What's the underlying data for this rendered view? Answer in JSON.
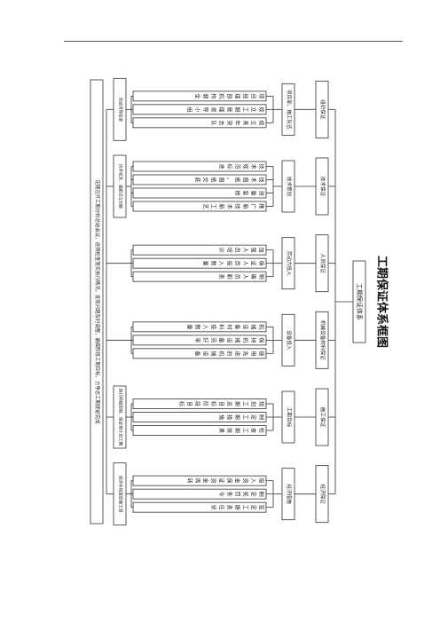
{
  "diagram": {
    "title": "工期保证体系框图",
    "root": "工期保证体系",
    "branches": [
      {
        "label": "组织保证",
        "sub": "项目部、施工队伍",
        "items": [
          "项目经理部机构健全",
          "成立工期管理领导小组",
          "成立青年突击队"
        ],
        "footer": "总结诱导促进"
      },
      {
        "label": "技术保证",
        "sub": "技术策划",
        "items": [
          "技术规范标准",
          "技术图纸，图纸交底",
          "测量复核",
          "推广新技术新工艺"
        ],
        "footer": "技术攻关、课题设立创新"
      },
      {
        "label": "人员保证",
        "sub": "劳动力投入",
        "items": [
          "加强人员培训",
          "保证人员投入数量",
          "明确人员职责"
        ],
        "footer": ""
      },
      {
        "label": "机械设备材料保证",
        "sub": "设备投入",
        "items": [
          "机械设备材料投入数量",
          "保持机械设备完好率",
          "使用先进的机械设备"
        ],
        "footer": ""
      },
      {
        "label": "施工保证",
        "sub": "工期目标",
        "items": [
          "规划工期总目标阶段目标",
          "制定工期措施",
          "检查工期效果"
        ],
        "footer": "执行网络控制、保证按计划工期"
      },
      {
        "label": "经济保证",
        "sub": "经济措施",
        "items": [
          "投入资金保证资金周转",
          "制定奖罚条令",
          "签定工期责任状"
        ],
        "footer": "经济手段激励施工班"
      }
    ],
    "bottom_bar": "定期召开工期分析总结会议，逐项检查落实执行情况，发现问题及时调整，确保阶段工期目标，力争总工期提前完成"
  }
}
